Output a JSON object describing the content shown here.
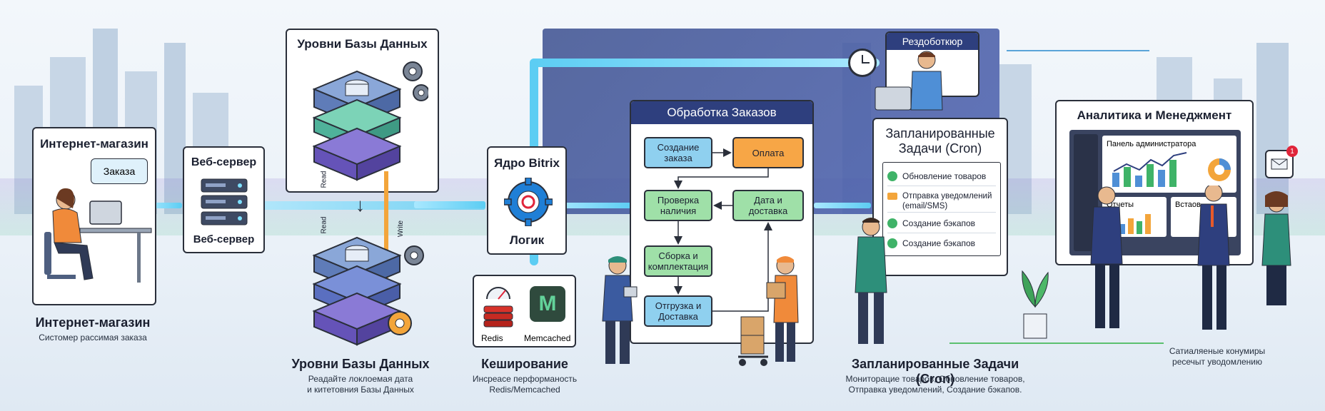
{
  "colors": {
    "accent": "#1aa8e0",
    "panel_border": "#2a2f3a",
    "blue_box": "#8fd0ef",
    "green_box": "#9fe0a8",
    "orange_box": "#f7a646",
    "db_top": "#6f8fc9",
    "db_green": "#4fb29a",
    "db_purple": "#6553b8"
  },
  "shop": {
    "title": "Интернет-магазин",
    "bubble": "Заказа",
    "caption_title": "Интернет-магазин",
    "caption_sub": "Систомер рассимая заказа"
  },
  "webserver": {
    "title": "Веб-сервер",
    "label": "Веб-сервер"
  },
  "database": {
    "title": "Уровни Базы Данных",
    "read_label_1": "Read",
    "read_label_2": "Read",
    "write_label": "Write",
    "caption_title": "Уровни Базы Данных",
    "caption_sub_1": "Реадайте локлоемая дата",
    "caption_sub_2": "и китетовния Базы Данных"
  },
  "core": {
    "title": "Ядро Bitrix",
    "label": "Логик"
  },
  "cache": {
    "redis": "Redis",
    "memcached": "Memcached",
    "caption_title": "Кеширование",
    "caption_sub_1": "Инсреасе перформаность",
    "caption_sub_2": "Redis/Memcached"
  },
  "orders": {
    "title": "Обработка Заказов",
    "steps": {
      "create": "Создание заказа",
      "pay": "Оплата",
      "check": "Проверка наличия",
      "date": "Дата и доставка",
      "assembly": "Сборка и комплектация",
      "ship": "Отгрузка и Доставка"
    }
  },
  "developer": {
    "label": "Рездоботкюр"
  },
  "cron": {
    "title": "Запланированные Задачи (Cron)",
    "tasks": [
      "Обновление товаров",
      "Отправка уведомлений (email/SMS)",
      "Создание бэкапов",
      "Создание бэкапов"
    ],
    "caption_title": "Запланированные Задачи (Cron)",
    "caption_sub_1": "Мониторацие товаров, Обновление товаров,",
    "caption_sub_2": "Отправка уведомлений, Создание бэкапов."
  },
  "analytics": {
    "title": "Аналитика и Менеджмент",
    "admin_panel": "Панель администратора",
    "reports": "Отчеты",
    "embedded": "Встаов",
    "caption_1": "Сатиаляеные конумиры",
    "caption_2": "ресечыт уводомлению",
    "mail_badge": "1"
  }
}
